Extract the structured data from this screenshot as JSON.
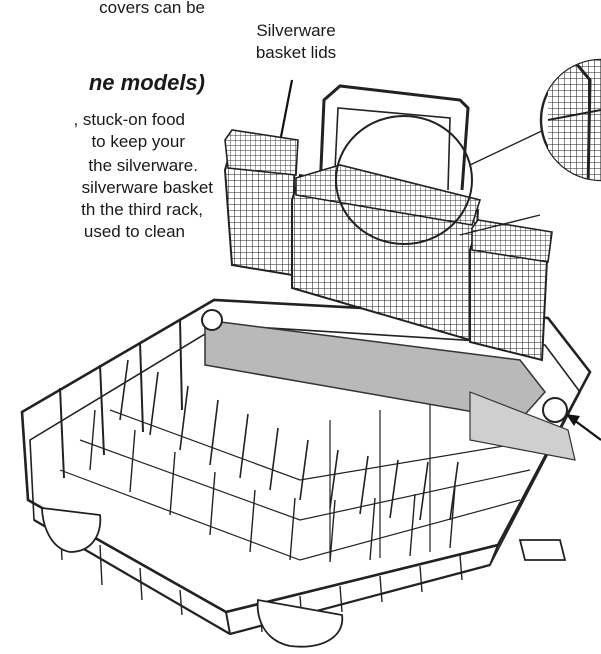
{
  "text": {
    "line_0": "covers can be",
    "heading": "ne models)",
    "line_1": ", stuck-on food",
    "line_2": "to keep your",
    "line_3": "the silverware.",
    "line_4": "silverware basket",
    "line_5": "th the third rack,",
    "line_6": "used to clean"
  },
  "callout": {
    "line_1": "Silverware",
    "line_2": "basket lids"
  }
}
